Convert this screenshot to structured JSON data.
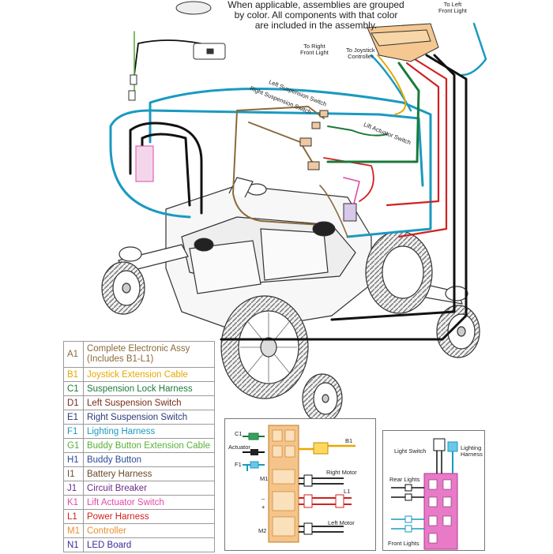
{
  "note_lines": [
    "When applicable, assemblies are grouped",
    "by color. All components with that color",
    "are included in the assembly."
  ],
  "callouts": {
    "to_left_front_light": [
      "To Left",
      "Front Light"
    ],
    "to_right_front_light": [
      "To Right",
      "Front Light"
    ],
    "to_joystick_controller": [
      "To Joystick",
      "Controller"
    ],
    "left_suspension_switch": "Left Suspension Switch",
    "right_suspension_switch": "Right Suspension Switch",
    "lift_actuator_switch": "Lift Actuator Switch"
  },
  "legend": [
    {
      "code": "A1",
      "label": "Complete Electronic Assy (Includes B1-L1)",
      "color": "#8a6a3a"
    },
    {
      "code": "B1",
      "label": "Joystick Extension Cable",
      "color": "#e8a800"
    },
    {
      "code": "C1",
      "label": "Suspension Lock Harness",
      "color": "#1a7a3a"
    },
    {
      "code": "D1",
      "label": "Left Suspension Switch",
      "color": "#7a2a1a"
    },
    {
      "code": "E1",
      "label": "Right Suspension Switch",
      "color": "#2a3a7a"
    },
    {
      "code": "F1",
      "label": "Lighting Harness",
      "color": "#1a9ac0"
    },
    {
      "code": "G1",
      "label": "Buddy Button Extension Cable",
      "color": "#5ab03a"
    },
    {
      "code": "H1",
      "label": "Buddy Button",
      "color": "#2a4a9a"
    },
    {
      "code": "I1",
      "label": "Battery Harness",
      "color": "#6a4a2a"
    },
    {
      "code": "J1",
      "label": "Circuit Breaker",
      "color": "#6a2a8a"
    },
    {
      "code": "K1",
      "label": "Lift Actuator Switch",
      "color": "#e04aa8"
    },
    {
      "code": "L1",
      "label": "Power Harness",
      "color": "#d02020"
    },
    {
      "code": "M1",
      "label": "Controller",
      "color": "#e89030"
    },
    {
      "code": "N1",
      "label": "LED Board",
      "color": "#3a2a9a"
    }
  ],
  "controller_inset": {
    "c1": "C1",
    "actuator": "Actuator",
    "f1": "F1",
    "b1": "B1",
    "m1": "M1",
    "m2": "M2",
    "right_motor": "Right Motor",
    "l1": "L1",
    "left_motor": "Left Motor",
    "minus": "–",
    "plus": "+"
  },
  "led_inset": {
    "light_switch": "Light Switch",
    "lighting_harness": [
      "Lighting",
      "Harness"
    ],
    "rear_lights": "Rear Lights",
    "front_lights": "Front Lights"
  }
}
